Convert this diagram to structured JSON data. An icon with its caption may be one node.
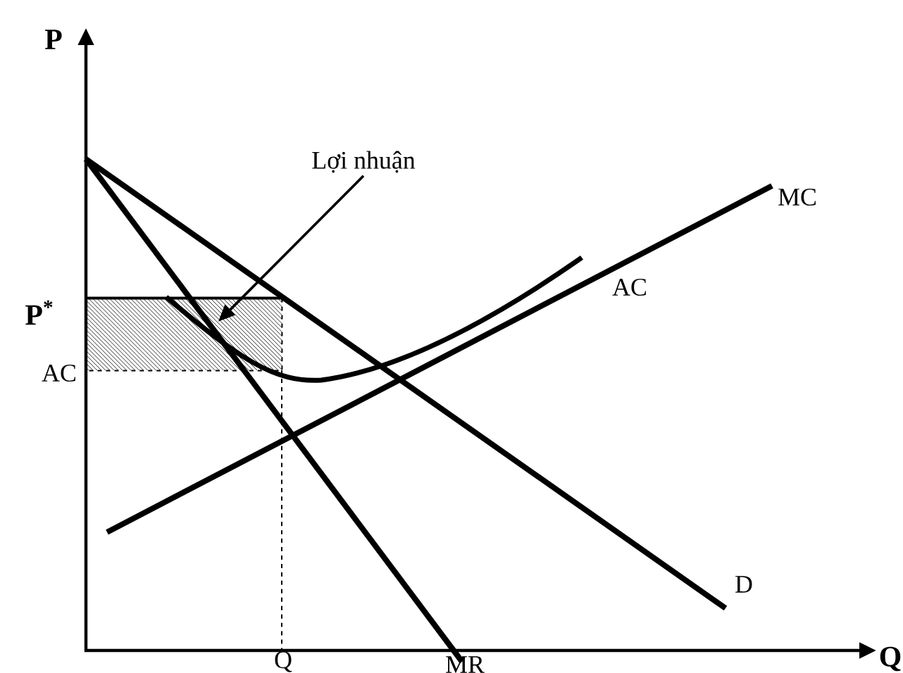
{
  "diagram": {
    "nodes": [
      {
        "text": [
          "Lợi nhuận"
        ]
      },
      {
        "text": [],
        "shape": "box"
      }
    ],
    "edges": [
      {
        "from": 0,
        "to": 1,
        "arrow": "to"
      }
    ],
    "labels": [
      "P",
      "P$^{*}$",
      "AC",
      "MC",
      "AC",
      "D",
      "Q",
      "MR",
      "Q"
    ]
  }
}
